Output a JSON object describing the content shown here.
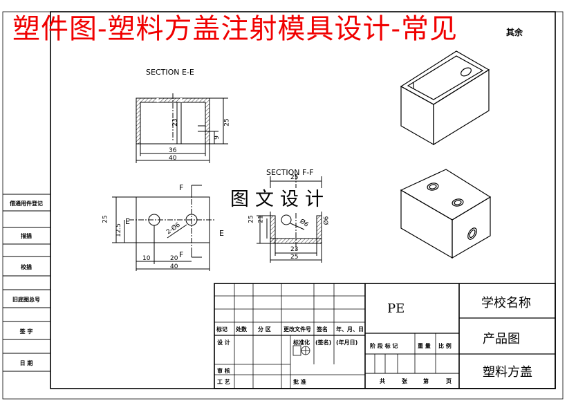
{
  "banner": {
    "text": "塑件图-塑料方盖注射模具设计-常见"
  },
  "watermark": {
    "text": "图文设计"
  },
  "sheet_note": {
    "text": "其余"
  },
  "side_labels": [
    "借通用件登记",
    "描描",
    "校描",
    "旧底图总号",
    "签 字",
    "日 期"
  ],
  "views": {
    "section_e": {
      "title": "SECTION E-E",
      "dims": {
        "inner_width": "36",
        "outer_width": "40",
        "inner_height": "23",
        "outer_height": "25",
        "hole_height": "9"
      }
    },
    "plan": {
      "cut_marks": [
        "E",
        "E",
        "F",
        "F"
      ],
      "dims": {
        "height": "25",
        "half_height": "12.5",
        "left_offset": "10",
        "pitch": "20",
        "width": "40",
        "holes": "2-Ø6"
      }
    },
    "section_f": {
      "title": "SECTION F-F",
      "dims": {
        "top": "25",
        "height": "25",
        "inner_height": "21",
        "hole": "Ø6",
        "side_hole": "Ø6",
        "inner_width": "23",
        "outer_width": "25"
      }
    }
  },
  "title_block": {
    "material": "PE",
    "school": "学校名称",
    "drawing_type": "产品图",
    "part_name": "塑料方盖",
    "rev_headers": [
      "标记",
      "处数",
      "分 区",
      "更改文件号",
      "签名",
      "年、月、日"
    ],
    "design_row": [
      "设 计",
      "标准化",
      "(签名)",
      "(年月日)"
    ],
    "stage_headers": [
      "阶 段 标 记",
      "重 量",
      "比 例"
    ],
    "review_label": "审 核",
    "process_label": "工 艺",
    "approve_label": "批 准",
    "sheets": [
      "共",
      "张",
      "第",
      "页"
    ]
  }
}
